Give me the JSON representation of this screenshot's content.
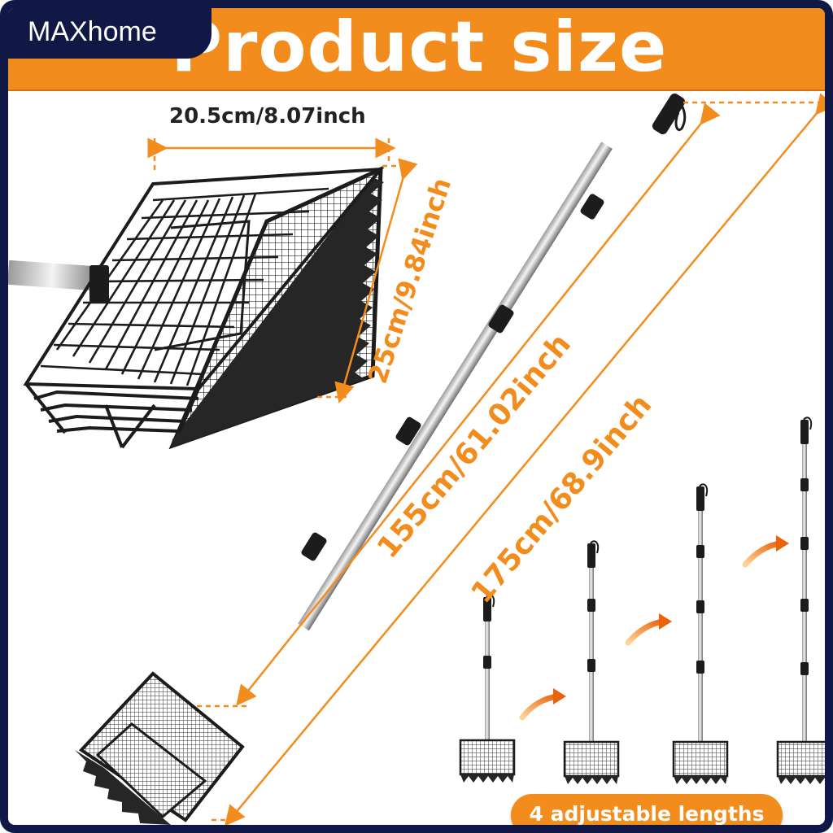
{
  "brand": "MAXhome",
  "title": "Product size",
  "dimensions": {
    "basket_width": "20.5cm/8.07inch",
    "basket_depth": "25cm/9.84inch",
    "short_length": "155cm/61.02inch",
    "full_length": "175cm/68.9inch"
  },
  "badge": "4 adjustable lengths",
  "colors": {
    "accent": "#f28c1c",
    "brand_navy": "#121846",
    "metal": "#1c1c1c"
  },
  "icons": [
    "orange-arrow-icon",
    "rake-tool-icon"
  ]
}
